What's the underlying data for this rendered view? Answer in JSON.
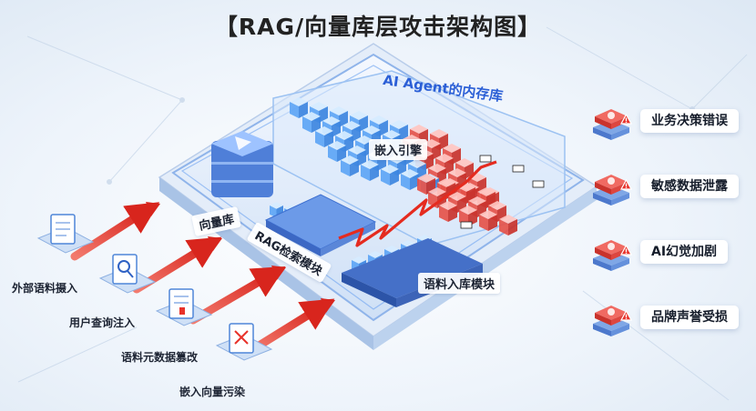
{
  "title": "【RAG/向量库层攻击架构图】",
  "platform": {
    "header": "AI Agent的内存库",
    "embedding_engine": "嵌入引擎",
    "vector_db": "向量库",
    "rag_module": "RAG检索模块",
    "ingest_module": "语料入库模块"
  },
  "attacks": [
    {
      "label": "外部语料摄入",
      "icon": "document-icon"
    },
    {
      "label": "用户查询注入",
      "icon": "search-icon"
    },
    {
      "label": "语料元数据篡改",
      "icon": "metadata-tag-icon"
    },
    {
      "label": "嵌入向量污染",
      "icon": "poison-vector-icon"
    }
  ],
  "impacts": [
    {
      "label": "业务决策错误",
      "icon": "warning-icon"
    },
    {
      "label": "敏感数据泄露",
      "icon": "data-leak-icon"
    },
    {
      "label": "AI幻觉加剧",
      "icon": "hallucination-icon"
    },
    {
      "label": "品牌声誉受损",
      "icon": "reputation-icon"
    }
  ],
  "colors": {
    "attack": "#e8322a",
    "platform": "#4a8ff0",
    "alert_tile": "#e8463f"
  }
}
